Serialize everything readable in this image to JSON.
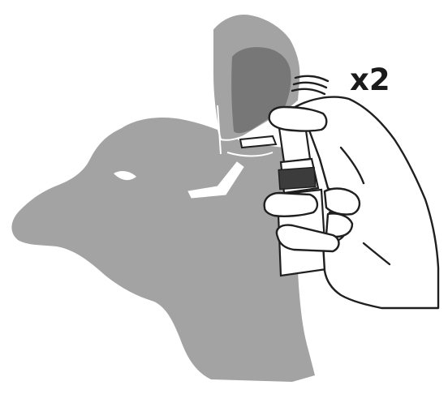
{
  "instruction": {
    "repeat_label": "x2"
  },
  "colors": {
    "head": "#a3a3a3",
    "ear_inner": "#777777",
    "outline": "#1f1f1f",
    "skin": "#ffffff",
    "grip": "#3c3c3c"
  },
  "icons": [
    "dog-head",
    "ear-flap",
    "spray-bottle",
    "hand",
    "spray-motion-lines"
  ]
}
